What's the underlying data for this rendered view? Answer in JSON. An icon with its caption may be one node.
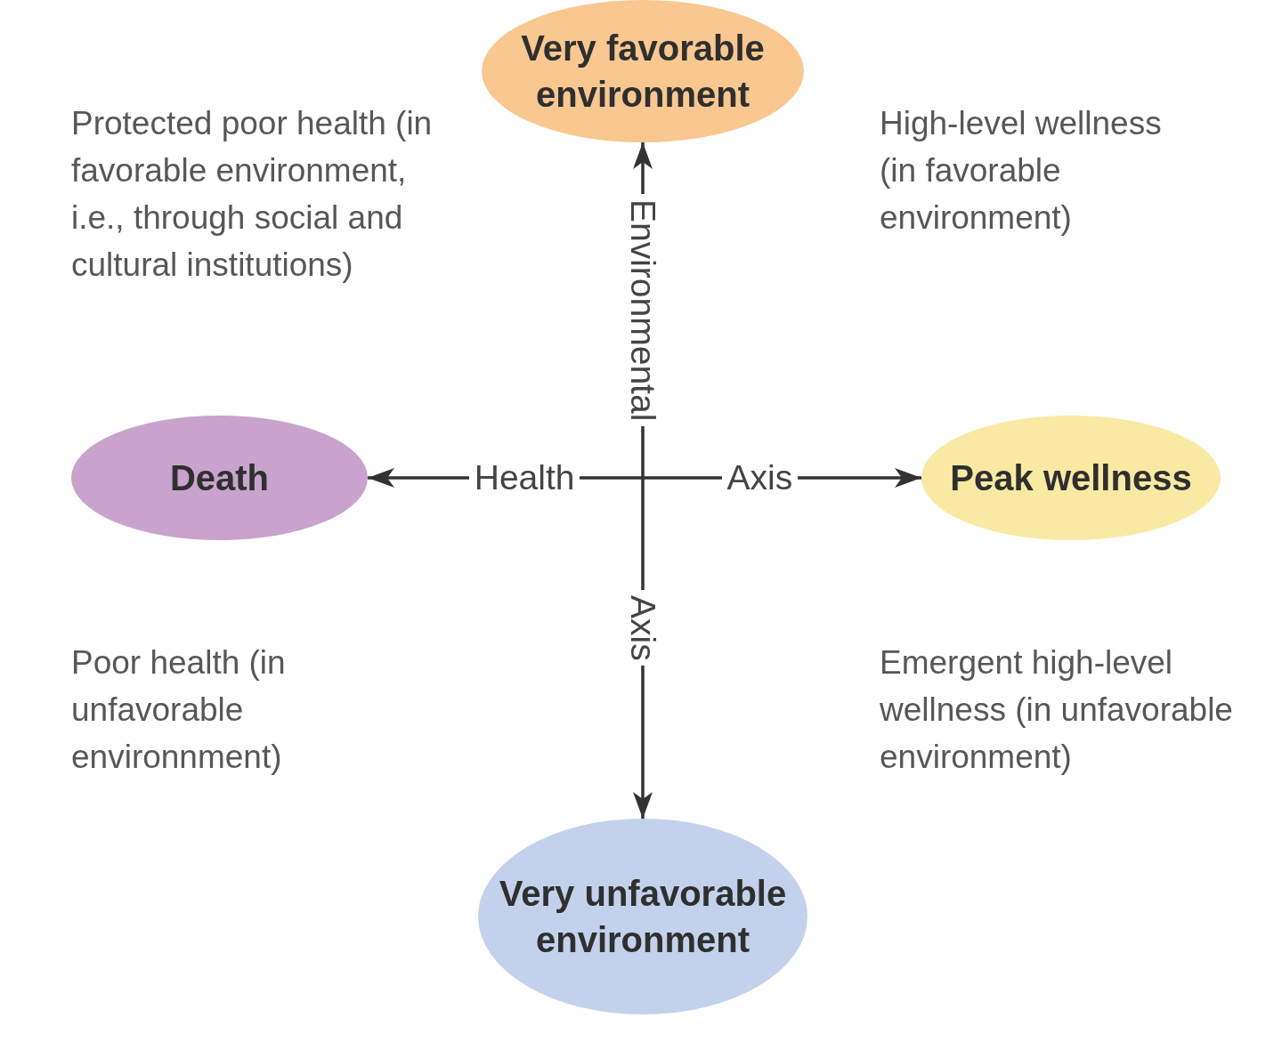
{
  "diagram": {
    "nodes": [
      {
        "text": [
          "Very favorable environment"
        ]
      },
      {
        "text": [
          "Death"
        ]
      },
      {
        "text": [
          "Peak wellness"
        ]
      },
      {
        "text": [
          "Very unfavorable environment"
        ]
      }
    ],
    "edges": [
      {
        "from": null,
        "to": 0,
        "arrow": "to",
        "label": "Environmental"
      },
      {
        "from": null,
        "to": 1,
        "arrow": "to",
        "label": "Health"
      },
      {
        "from": null,
        "to": 2,
        "arrow": "to",
        "label": "Axis"
      },
      {
        "from": null,
        "to": 3,
        "arrow": "to",
        "label": "Axis"
      }
    ],
    "labels": [
      "Protected poor health (in favorable environment, i.e., through social and cultural institutions)",
      "High-level wellness (in favorable environment)",
      "Poor health (in unfavorable environnment)",
      "Emergent high-level wellness (in unfavorable environment)"
    ]
  }
}
